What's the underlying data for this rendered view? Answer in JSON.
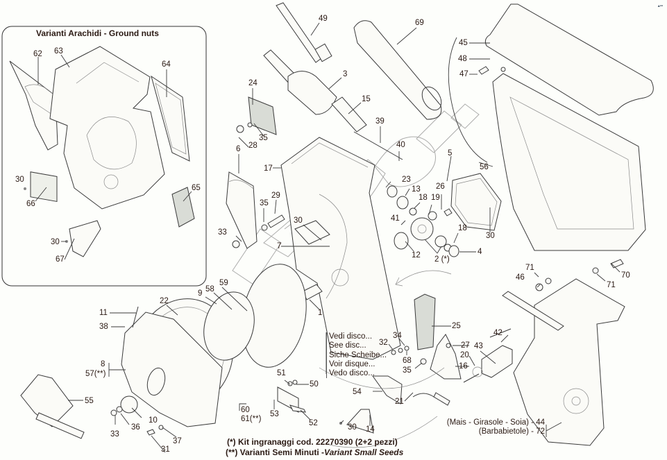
{
  "diagram": {
    "type": "exploded-parts-diagram",
    "inset": {
      "title": "Varianti Arachidi - Ground nuts",
      "callouts": [
        "62",
        "63",
        "64",
        "30",
        "66",
        "65",
        "30",
        "67"
      ]
    },
    "callouts": {
      "c49": "49",
      "c69": "69",
      "c3": "3",
      "c15": "15",
      "c24": "24",
      "c35a": "35",
      "c28": "28",
      "c6": "6",
      "c39": "39",
      "c40": "40",
      "c5": "5",
      "c17": "17",
      "c23": "23",
      "c13": "13",
      "c26": "26",
      "c18a": "18",
      "c19": "19",
      "c29": "29",
      "c35b": "35",
      "c30a": "30",
      "c41": "41",
      "c18b": "18",
      "c33a": "33",
      "c7": "7",
      "c12": "12",
      "c2": "2 (*)",
      "c4": "4",
      "c30b": "30",
      "c45": "45",
      "c48": "48",
      "c47": "47",
      "c56": "56",
      "c71a": "71",
      "c46": "46",
      "c70": "70",
      "c71b": "71",
      "c1": "1",
      "c11": "11",
      "c22": "22",
      "c9": "9",
      "c58": "58",
      "c59": "59",
      "c38": "38",
      "c8": "8",
      "c57": "57(**)",
      "c55": "55",
      "c10": "10",
      "c36": "36",
      "c33b": "33",
      "c37": "37",
      "c31": "31",
      "c60": "60",
      "c61": "61(**)",
      "c51": "51",
      "c50": "50",
      "c53": "53",
      "c52": "52",
      "c54": "54",
      "c30c": "30",
      "c14": "14",
      "c25": "25",
      "c34": "34",
      "c32": "32",
      "c68": "68",
      "c35c": "35",
      "c27": "27",
      "c16": "16",
      "c21": "21",
      "c42": "42",
      "c43": "43",
      "c20": "20"
    },
    "disc_reference": [
      "Vedi  disco...",
      "See disc...",
      "Siche Scheibe...",
      "Voir disque...",
      "Vedo disco..."
    ],
    "variants": {
      "line1": "(Mais - Girasole - Soia) - 44",
      "line2": "(Barbabietole) - 72"
    },
    "notes": {
      "kit": "(*) Kit ingranaggi cod. 22270390 (2+2 pezzi)",
      "small_seeds_prefix": "(**) Varianti Semi Minuti -",
      "small_seeds_italic": "Variant Small Seeds"
    },
    "watermark": "logo-watermark"
  }
}
